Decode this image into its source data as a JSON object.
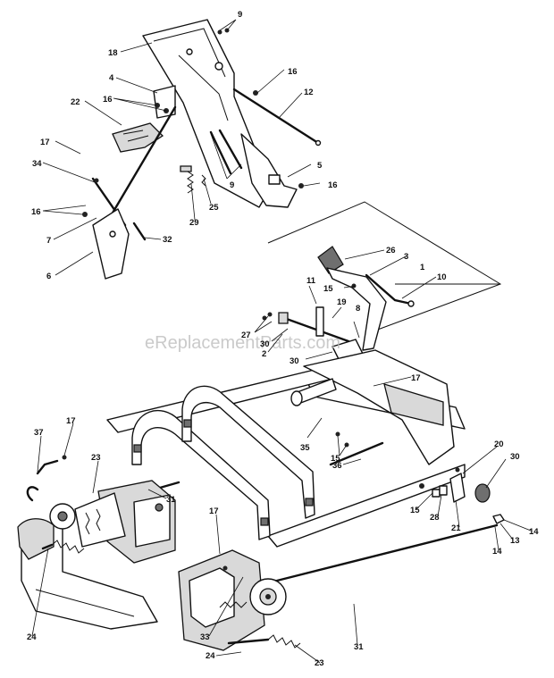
{
  "watermark": "eReplacementParts.com",
  "callouts": {
    "c1": "1",
    "c2": "2",
    "c3": "3",
    "c4": "4",
    "c5": "5",
    "c6": "6",
    "c7": "7",
    "c8": "8",
    "c9a": "9",
    "c9b": "9",
    "c10": "10",
    "c11": "11",
    "c12": "12",
    "c13": "13",
    "c14a": "14",
    "c14b": "14",
    "c15a": "15",
    "c15b": "15",
    "c15c": "15",
    "c16a": "16",
    "c16b": "16",
    "c16c": "16",
    "c16d": "16",
    "c17a": "17",
    "c17b": "17",
    "c17c": "17",
    "c17d": "17",
    "c18": "18",
    "c19": "19",
    "c20": "20",
    "c21": "21",
    "c22": "22",
    "c23a": "23",
    "c23b": "23",
    "c24a": "24",
    "c24b": "24",
    "c25": "25",
    "c26": "26",
    "c27": "27",
    "c28": "28",
    "c29": "29",
    "c30a": "30",
    "c30b": "30",
    "c30c": "30",
    "c31a": "31",
    "c31b": "31",
    "c32": "32",
    "c33": "33",
    "c34": "34",
    "c35": "35",
    "c36": "36",
    "c37": "37"
  }
}
